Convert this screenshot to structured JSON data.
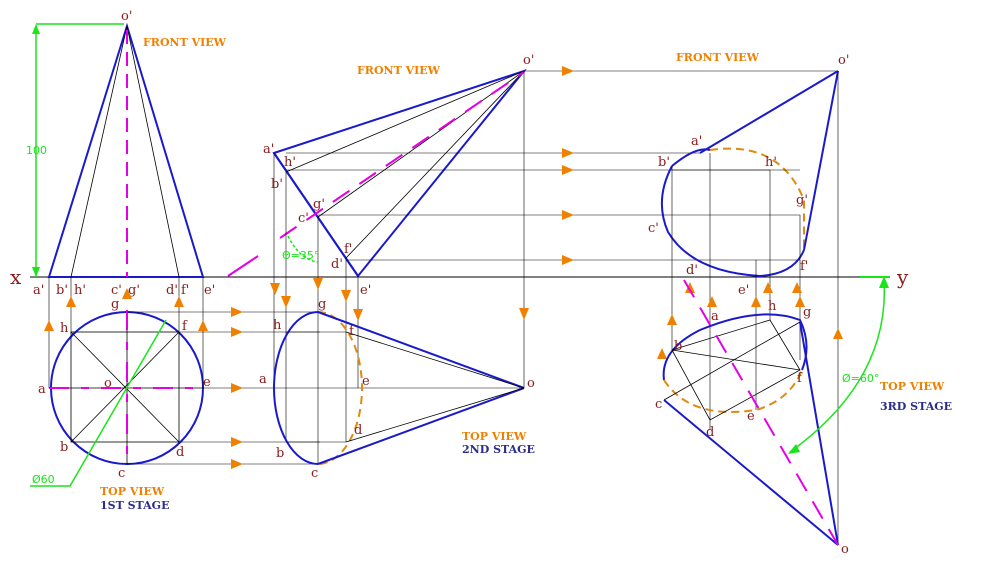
{
  "colors": {
    "outline": "#1a1acc",
    "thin": "#000000",
    "axis_center": "#e600e6",
    "dimension": "#19e619",
    "projector_arrow": "#f08000",
    "label": "#8b1a1a",
    "title": "#f08000",
    "stage": "#2c2c8c",
    "hidden_arc": "#e08a10"
  },
  "axis": {
    "x_label": "x",
    "y_label": "y"
  },
  "titles": {
    "front_1": "FRONT VIEW",
    "front_2": "FRONT VIEW",
    "front_3": "FRONT VIEW",
    "top_1": "TOP VIEW",
    "stage_1": "1ST STAGE",
    "top_2": "TOP VIEW",
    "stage_2": "2ND STAGE",
    "top_3": "TOP VIEW",
    "stage_3": "3RD STAGE"
  },
  "dimensions": {
    "height": "100",
    "diameter": "Ø60",
    "angle_theta": "Θ=35°",
    "angle_phi": "Ø=60°"
  },
  "labels_stage1_front": {
    "apex": "o'",
    "a": "a'",
    "b": "b'",
    "h": "h'",
    "c": "c'",
    "g": "g'",
    "d": "d'",
    "f": "f'",
    "e": "e'"
  },
  "labels_stage1_top": {
    "g": "g",
    "h": "h",
    "f": "f",
    "a": "a",
    "o": "o",
    "e": "e",
    "b": "b",
    "d": "d",
    "c": "c"
  },
  "labels_stage2_front": {
    "apex": "o'",
    "a": "a'",
    "h": "h'",
    "b": "b'",
    "g": "g'",
    "c": "c'",
    "f": "f'",
    "d": "d'",
    "e": "e'"
  },
  "labels_stage2_top": {
    "g": "g",
    "h": "h",
    "f": "f",
    "a": "a",
    "e": "e",
    "o": "o",
    "d": "d",
    "b": "b",
    "c": "c"
  },
  "labels_stage3_front": {
    "apex": "o'",
    "a": "a'",
    "b": "b'",
    "h": "h'",
    "g": "g'",
    "c": "c'",
    "d": "d'",
    "e": "e'",
    "f": "f'"
  },
  "labels_stage3_top": {
    "h": "h",
    "g": "g",
    "a": "a",
    "b": "b",
    "f": "f",
    "c": "c",
    "e": "e",
    "d": "d",
    "o": "o"
  }
}
